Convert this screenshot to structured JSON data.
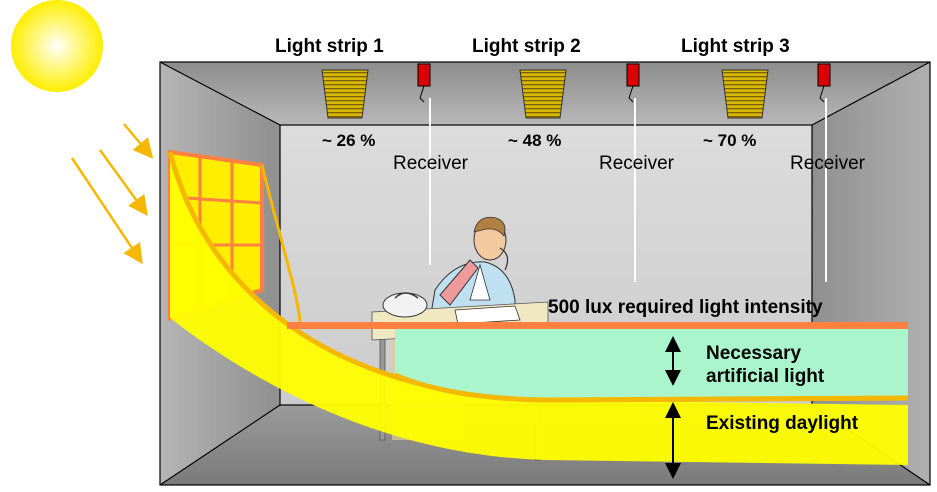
{
  "light_strips": [
    {
      "title": "Light strip 1",
      "percent": "~ 26 %",
      "receiver": "Receiver"
    },
    {
      "title": "Light strip 2",
      "percent": "~ 48 %",
      "receiver": "Receiver"
    },
    {
      "title": "Light strip 3",
      "percent": "~ 70 %",
      "receiver": "Receiver"
    }
  ],
  "labels": {
    "required": "500 lux required light intensity",
    "necessary_line1": "Necessary",
    "necessary_line2": "artificial light",
    "existing": "Existing daylight"
  },
  "colors": {
    "sun": "#ffee00",
    "daylight": "#ffff00",
    "daylight_edge": "#f5b800",
    "artificial": "#aaf5cc",
    "required_line": "#ff8040",
    "sensor": "#dd0000",
    "wall": "#c8c8c8",
    "ceiling": "#9a9a9a"
  }
}
